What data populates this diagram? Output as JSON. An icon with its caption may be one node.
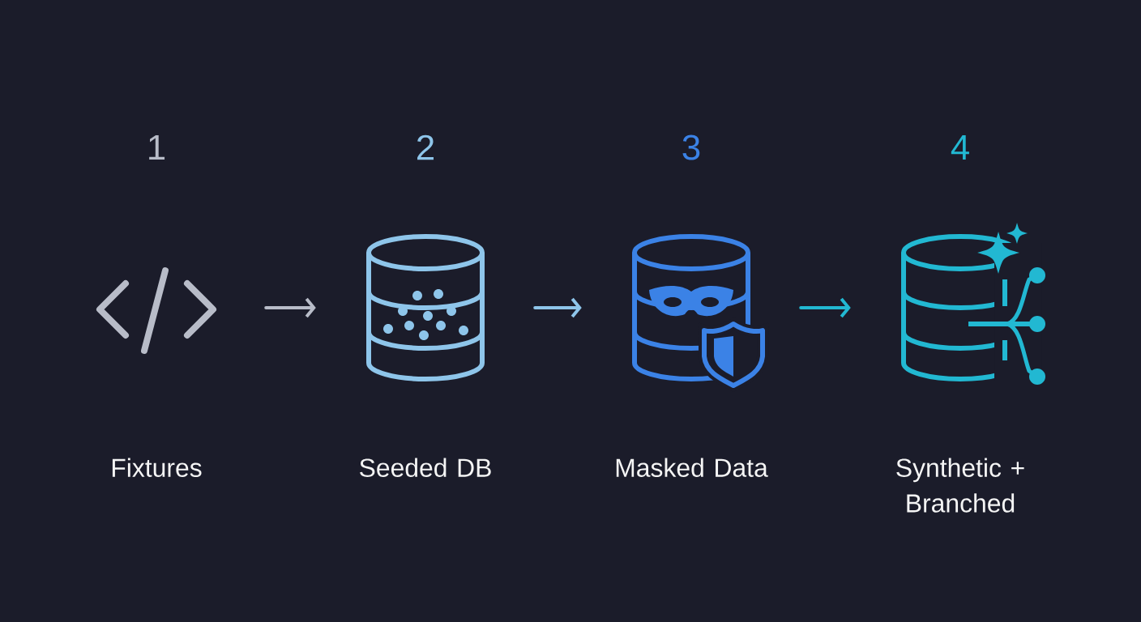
{
  "diagram": {
    "nodes": [
      {
        "text": [
          "1",
          "Fixtures"
        ]
      },
      {
        "text": [
          "2",
          "Seeded DB"
        ]
      },
      {
        "text": [
          "3",
          "Masked Data"
        ]
      },
      {
        "text": [
          "4",
          "Synthetic + Branched"
        ]
      }
    ],
    "edges": [
      {
        "from": 0,
        "to": 1,
        "arrow": "to",
        "color": "#b8bcc8"
      },
      {
        "from": 1,
        "to": 2,
        "arrow": "to",
        "color": "#8ec5ea"
      },
      {
        "from": 2,
        "to": 3,
        "arrow": "to",
        "color": "#22b8d2"
      }
    ]
  }
}
